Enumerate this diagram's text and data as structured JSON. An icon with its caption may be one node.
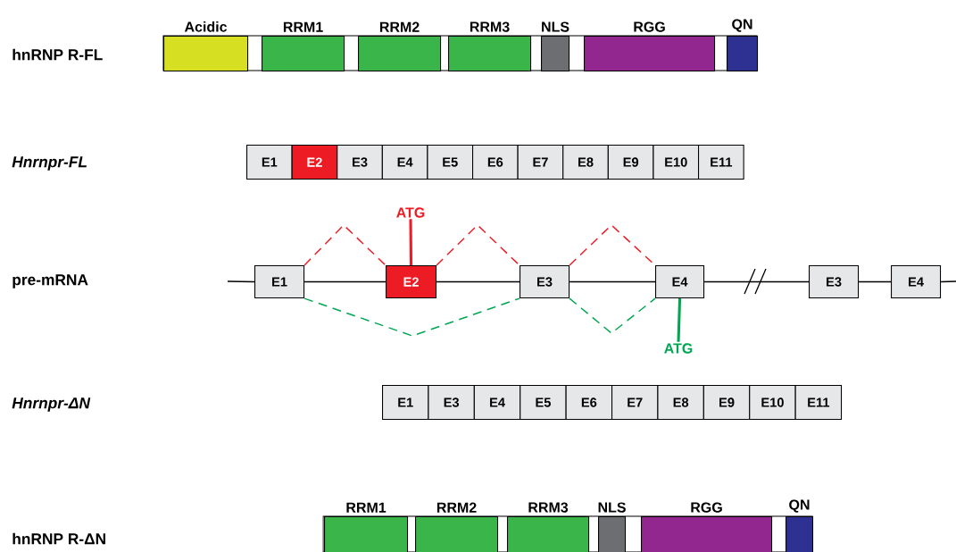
{
  "diagram": {
    "nodes": [
      {
        "text": [
          "Acidic"
        ]
      },
      {
        "text": [
          "RRM1"
        ]
      },
      {
        "text": [
          "RRM2"
        ]
      },
      {
        "text": [
          "RRM3"
        ]
      },
      {
        "text": [
          "NLS"
        ]
      },
      {
        "text": [
          "RGG"
        ]
      },
      {
        "text": [
          "QN"
        ]
      },
      {
        "text": [
          "E1"
        ]
      },
      {
        "text": [
          "E2"
        ]
      },
      {
        "text": [
          "E3"
        ]
      },
      {
        "text": [
          "E4"
        ]
      },
      {
        "text": [
          "E5"
        ]
      },
      {
        "text": [
          "E6"
        ]
      },
      {
        "text": [
          "E7"
        ]
      },
      {
        "text": [
          "E8"
        ]
      },
      {
        "text": [
          "E9"
        ]
      },
      {
        "text": [
          "E10"
        ]
      },
      {
        "text": [
          "E11"
        ]
      },
      {
        "text": [
          "E1"
        ]
      },
      {
        "text": [
          "E2"
        ]
      },
      {
        "text": [
          "E3"
        ]
      },
      {
        "text": [
          "E4"
        ]
      },
      {
        "text": [
          "E3"
        ]
      },
      {
        "text": [
          "E4"
        ]
      },
      {
        "text": [
          "ATG"
        ]
      },
      {
        "text": [
          "ATG"
        ]
      },
      {
        "text": [
          "E1"
        ]
      },
      {
        "text": [
          "E3"
        ]
      },
      {
        "text": [
          "E4"
        ]
      },
      {
        "text": [
          "E5"
        ]
      },
      {
        "text": [
          "E6"
        ]
      },
      {
        "text": [
          "E7"
        ]
      },
      {
        "text": [
          "E8"
        ]
      },
      {
        "text": [
          "E9"
        ]
      },
      {
        "text": [
          "E10"
        ]
      },
      {
        "text": [
          "E11"
        ]
      },
      {
        "text": [
          "RRM1"
        ]
      },
      {
        "text": [
          "RRM2"
        ]
      },
      {
        "text": [
          "RRM3"
        ]
      },
      {
        "text": [
          "NLS"
        ]
      },
      {
        "text": [
          "RGG"
        ]
      },
      {
        "text": [
          "QN"
        ]
      }
    ],
    "edges": [
      {
        "from": null,
        "to": 18,
        "arrow": "none"
      },
      {
        "from": 18,
        "to": 19,
        "arrow": "none"
      },
      {
        "from": 19,
        "to": 20,
        "arrow": "none"
      },
      {
        "from": 20,
        "to": 21,
        "arrow": "none"
      },
      {
        "from": 21,
        "to": 22,
        "arrow": "none"
      },
      {
        "from": 22,
        "to": 23,
        "arrow": "none"
      },
      {
        "from": 23,
        "to": null,
        "arrow": "none"
      },
      {
        "from": 18,
        "to": 19,
        "arrow": "none",
        "style": "dashed",
        "color": "#ed1c24"
      },
      {
        "from": 19,
        "to": 20,
        "arrow": "none",
        "style": "dashed",
        "color": "#ed1c24"
      },
      {
        "from": 20,
        "to": 21,
        "arrow": "none",
        "style": "dashed",
        "color": "#ed1c24"
      },
      {
        "from": 18,
        "to": 20,
        "arrow": "none",
        "style": "dashed",
        "color": "#00a651"
      },
      {
        "from": 20,
        "to": 21,
        "arrow": "none",
        "style": "dashed",
        "color": "#00a651"
      },
      {
        "from": 24,
        "to": 19,
        "arrow": "none",
        "style": "thick",
        "color": "#ed1c24"
      },
      {
        "from": 25,
        "to": 21,
        "arrow": "none",
        "style": "thick",
        "color": "#00a651"
      }
    ],
    "labels": [
      "hnRNP R-FL",
      "Hnrnpr-FL",
      "pre-mRNA",
      "Hnrnpr-ΔN",
      "hnRNP R-ΔN"
    ]
  }
}
